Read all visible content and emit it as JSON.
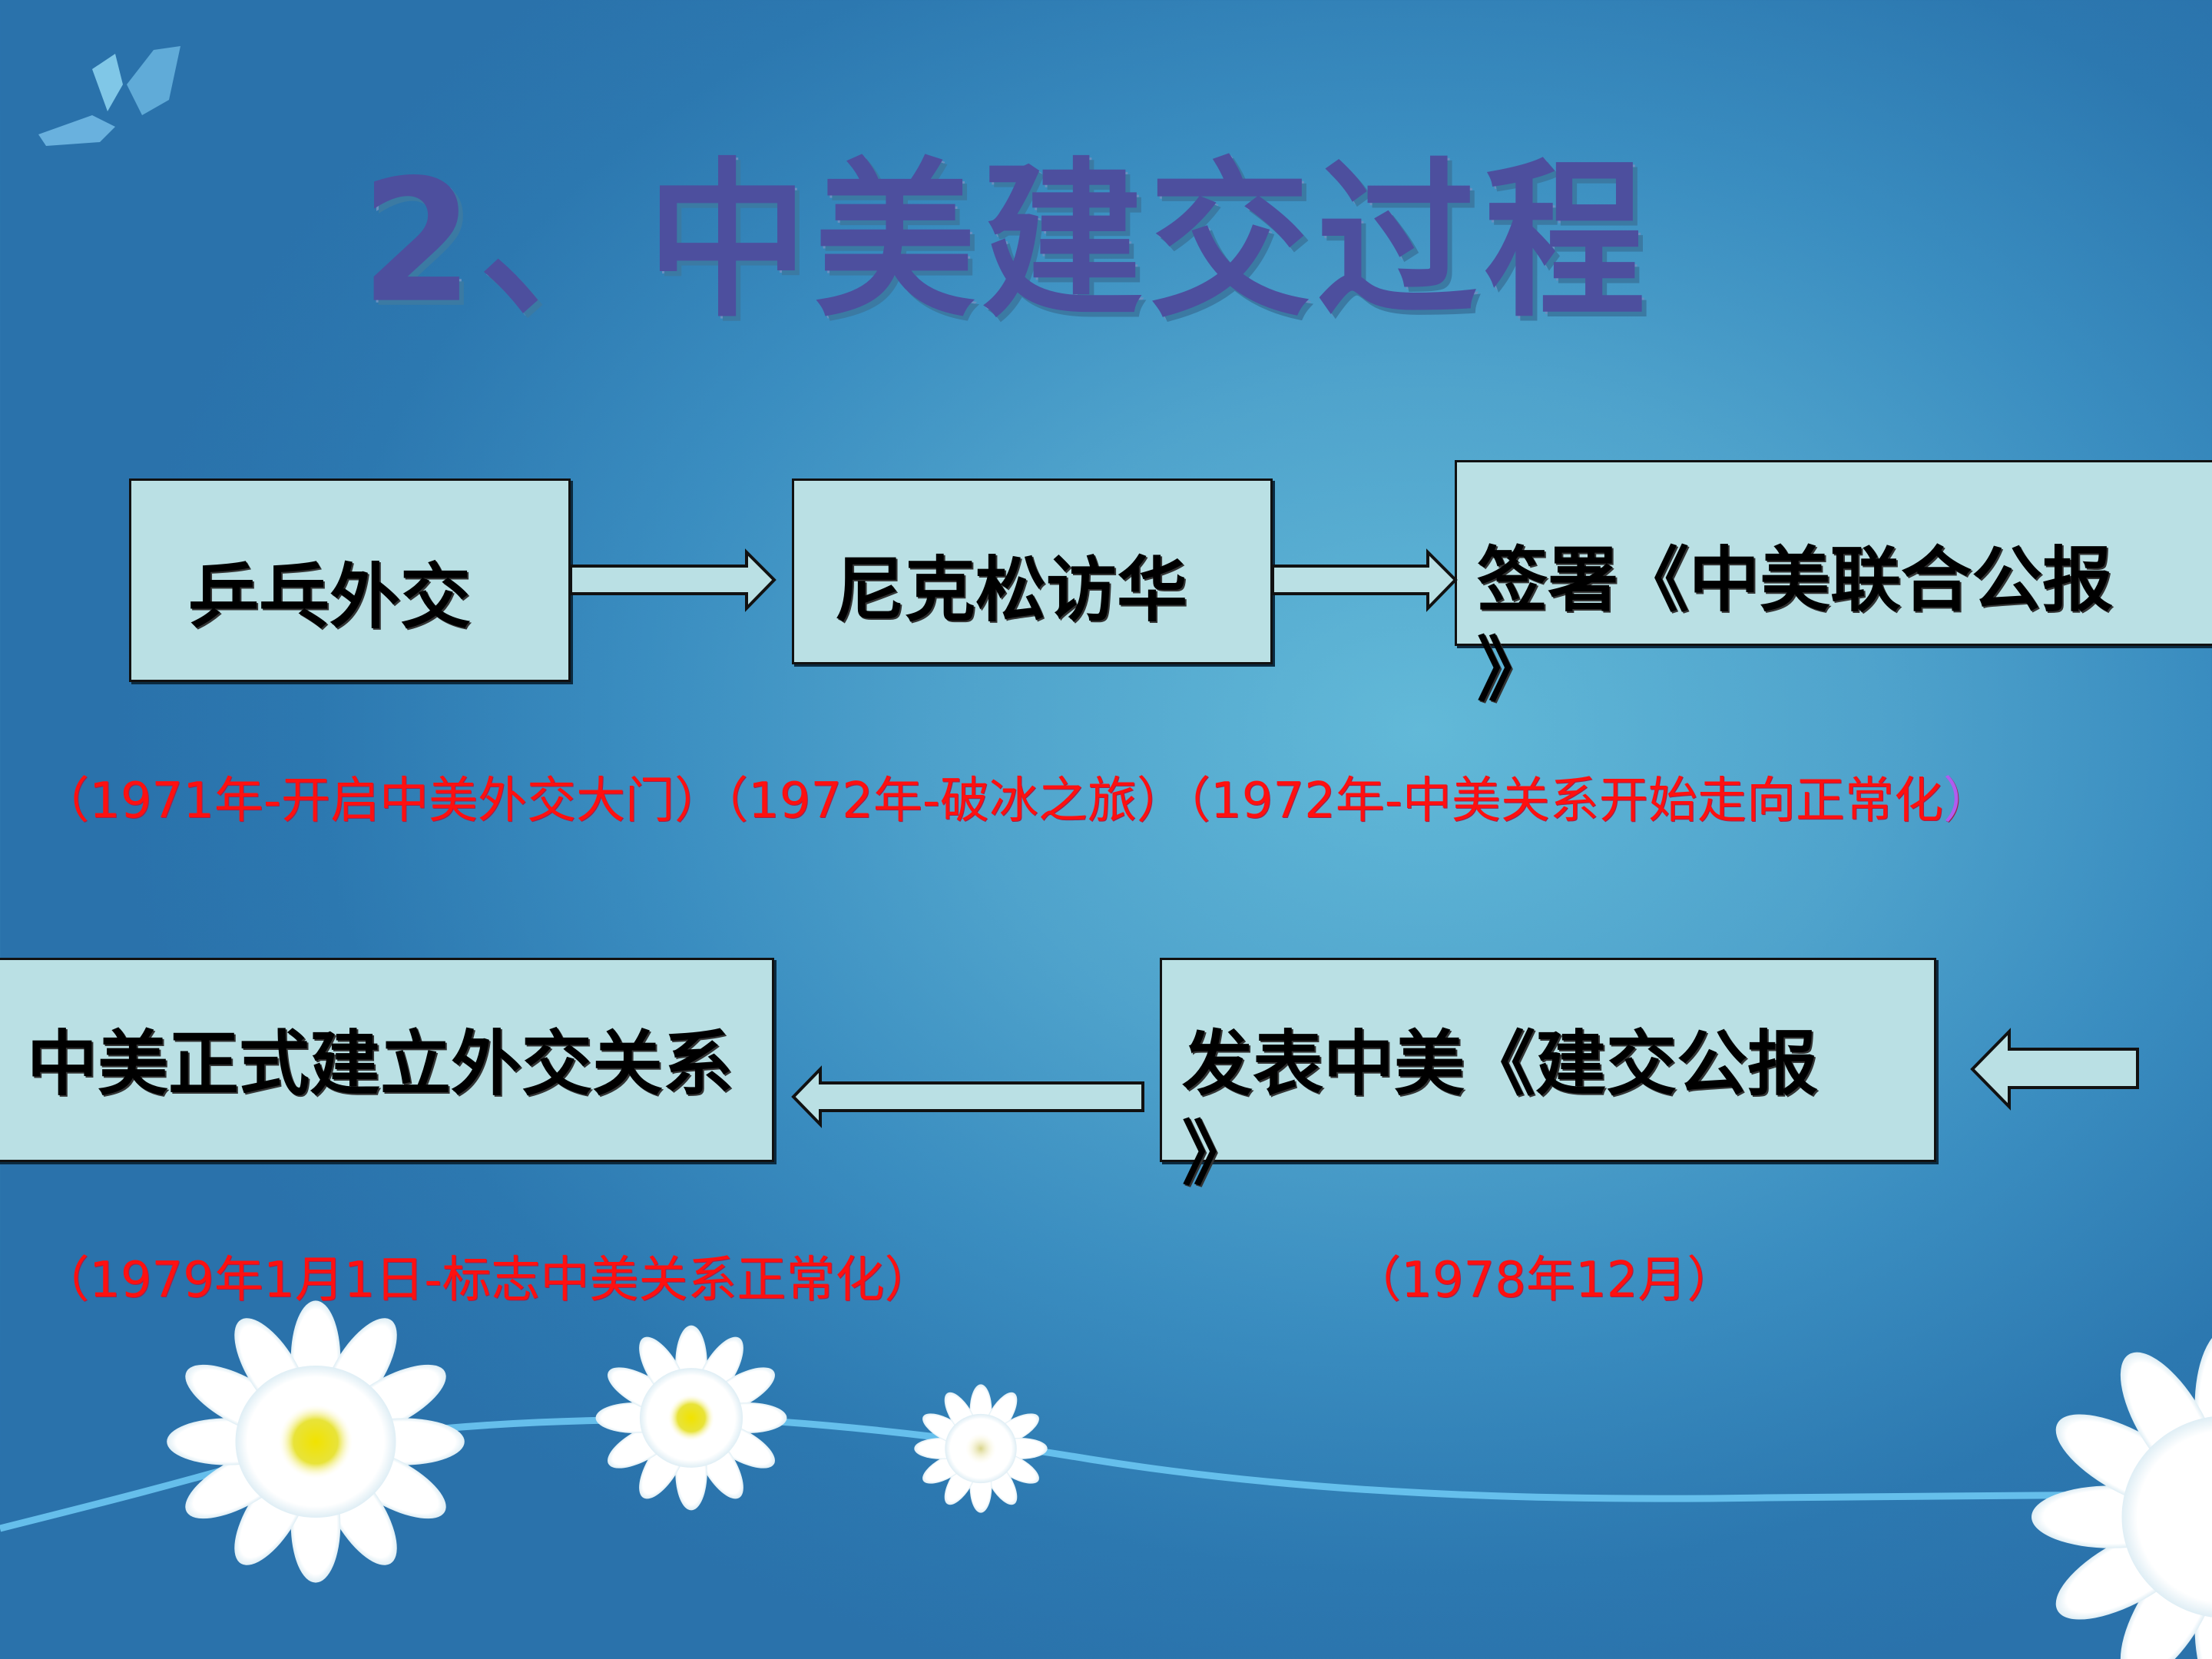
{
  "slide": {
    "title": "2、中美建交过程",
    "colors": {
      "title": "#4d4f9e",
      "box_fill": "#bae0e4",
      "box_border": "#111111",
      "note_text": "#ff1010",
      "background_center": "#62b9d8",
      "background_edge": "#2c78b0"
    },
    "flow": {
      "row1": [
        {
          "label": "乒乓外交",
          "note": "（1971年-开启中美外交大门）"
        },
        {
          "label": "尼克松访华",
          "note": "（1972年-破冰之旅）"
        },
        {
          "label": "签署《中美联合公报",
          "label_cont": "》",
          "note": "（1972年-中美关系开始走向正常化",
          "note_close": "）"
        }
      ],
      "row2": [
        {
          "label": "发表中美《建交公报",
          "label_cont": "》",
          "note": "（1978年12月）"
        },
        {
          "label": "中美正式建立外交关系",
          "note": "（1979年1月1日-标志中美关系正常化）"
        }
      ],
      "arrows": [
        {
          "from": "乒乓外交",
          "to": "尼克松访华",
          "direction": "right"
        },
        {
          "from": "尼克松访华",
          "to": "签署《中美联合公报》",
          "direction": "right"
        },
        {
          "from": "right-edge",
          "to": "发表中美《建交公报》",
          "direction": "left"
        },
        {
          "from": "发表中美《建交公报》",
          "to": "中美正式建立外交关系",
          "direction": "left"
        }
      ]
    },
    "decorations": [
      "butterfly-icon",
      "daisy-flower-large",
      "daisy-flower-medium",
      "daisy-flower-small",
      "daisy-flower-right",
      "stem-line"
    ]
  }
}
